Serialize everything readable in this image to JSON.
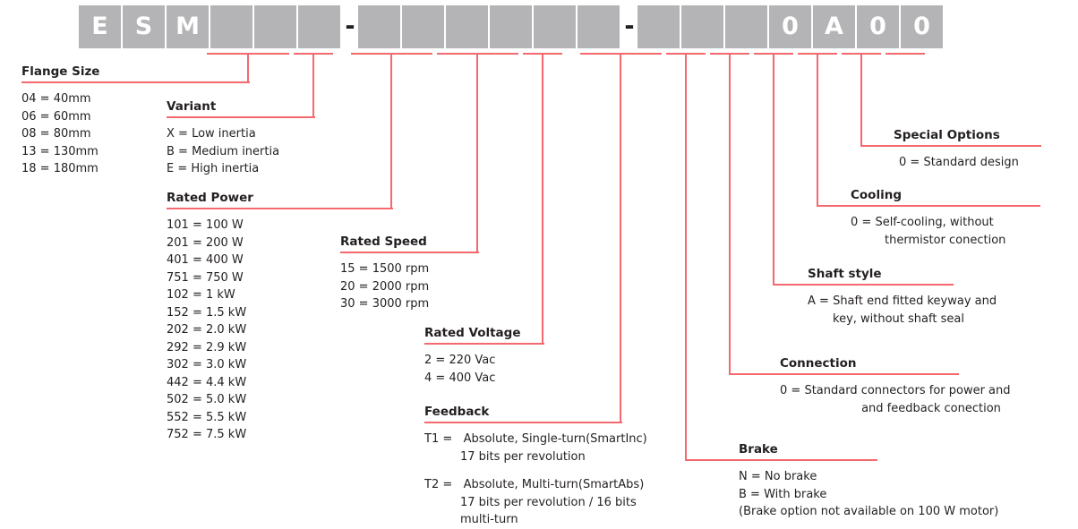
{
  "part_number": {
    "segments": [
      {
        "type": "box",
        "char": "E"
      },
      {
        "type": "box",
        "char": "S"
      },
      {
        "type": "box",
        "char": "M"
      },
      {
        "type": "box",
        "char": ""
      },
      {
        "type": "box",
        "char": ""
      },
      {
        "type": "box",
        "char": ""
      },
      {
        "type": "dash",
        "char": "-"
      },
      {
        "type": "box",
        "char": ""
      },
      {
        "type": "box",
        "char": ""
      },
      {
        "type": "box",
        "char": ""
      },
      {
        "type": "box",
        "char": ""
      },
      {
        "type": "box",
        "char": ""
      },
      {
        "type": "box",
        "char": ""
      },
      {
        "type": "dash",
        "char": "-"
      },
      {
        "type": "box",
        "char": ""
      },
      {
        "type": "box",
        "char": ""
      },
      {
        "type": "box",
        "char": ""
      },
      {
        "type": "box",
        "char": "0"
      },
      {
        "type": "box",
        "char": "A"
      },
      {
        "type": "box",
        "char": "0"
      },
      {
        "type": "box",
        "char": "0"
      }
    ]
  },
  "colors": {
    "leader_line": "#f4686e",
    "box_fill": "#b4b4b6",
    "box_text": "#ffffff",
    "text": "#231f20"
  },
  "flange_size": {
    "title": "Flange Size",
    "options": [
      {
        "code": "04 = ",
        "value": "40mm"
      },
      {
        "code": "06 = ",
        "value": "60mm"
      },
      {
        "code": "08 = ",
        "value": "80mm"
      },
      {
        "code": "13 = ",
        "value": "130mm"
      },
      {
        "code": "18 = ",
        "value": "180mm"
      }
    ]
  },
  "variant": {
    "title": "Variant",
    "options": [
      {
        "code": "X = ",
        "value": "Low inertia"
      },
      {
        "code": "B = ",
        "value": "Medium inertia"
      },
      {
        "code": "E = ",
        "value": "High inertia"
      }
    ]
  },
  "rated_power": {
    "title": "Rated Power",
    "options": [
      {
        "code": "101 = ",
        "value": "100 W"
      },
      {
        "code": "201 = ",
        "value": "200 W"
      },
      {
        "code": "401 = ",
        "value": "400 W"
      },
      {
        "code": "751 = ",
        "value": "750 W"
      },
      {
        "code": "102 = ",
        "value": "1 kW"
      },
      {
        "code": "152 = ",
        "value": "1.5 kW"
      },
      {
        "code": "202 = ",
        "value": "2.0 kW"
      },
      {
        "code": "292 = ",
        "value": "2.9 kW"
      },
      {
        "code": "302 = ",
        "value": "3.0 kW"
      },
      {
        "code": "442 = ",
        "value": "4.4 kW"
      },
      {
        "code": "502 = ",
        "value": "5.0 kW"
      },
      {
        "code": "552 = ",
        "value": "5.5 kW"
      },
      {
        "code": "752 = ",
        "value": "7.5 kW"
      }
    ]
  },
  "rated_speed": {
    "title": "Rated Speed",
    "options": [
      {
        "code": "15 = ",
        "value": "1500 rpm"
      },
      {
        "code": "20 = ",
        "value": "2000 rpm"
      },
      {
        "code": "30 = ",
        "value": "3000 rpm"
      }
    ]
  },
  "rated_voltage": {
    "title": "Rated Voltage",
    "options": [
      {
        "code": "2 = ",
        "value": "220 Vac"
      },
      {
        "code": "4 = ",
        "value": "400 Vac"
      }
    ]
  },
  "feedback": {
    "title": "Feedback",
    "options": [
      {
        "code": "T1 = ",
        "line1": "Absolute, Single-turn(SmartInc)",
        "line2": "17 bits per revolution",
        "line3": ""
      },
      {
        "code": "T2 = ",
        "line1": "Absolute, Multi-turn(SmartAbs)",
        "line2": "17 bits per revolution / 16 bits",
        "line3": "multi-turn"
      }
    ]
  },
  "brake": {
    "title": "Brake",
    "options": [
      {
        "code": "N = ",
        "value": "No brake"
      },
      {
        "code": "B = ",
        "value": "With brake"
      }
    ],
    "note": "(Brake option not available on 100 W motor)"
  },
  "connection": {
    "title": "Connection",
    "option": {
      "code": "0 = ",
      "line1": "Standard connectors for power and",
      "line2": "and feedback conection"
    }
  },
  "shaft_style": {
    "title": "Shaft style",
    "option": {
      "code": "A = ",
      "line1": "Shaft end fitted keyway and",
      "line2": "key, without shaft seal"
    }
  },
  "cooling": {
    "title": "Cooling",
    "option": {
      "code": "0 = ",
      "line1": "Self-cooling, without",
      "line2": "thermistor conection"
    }
  },
  "special_options": {
    "title": "Special Options",
    "option": {
      "code": "0 = ",
      "value": "Standard design"
    }
  }
}
